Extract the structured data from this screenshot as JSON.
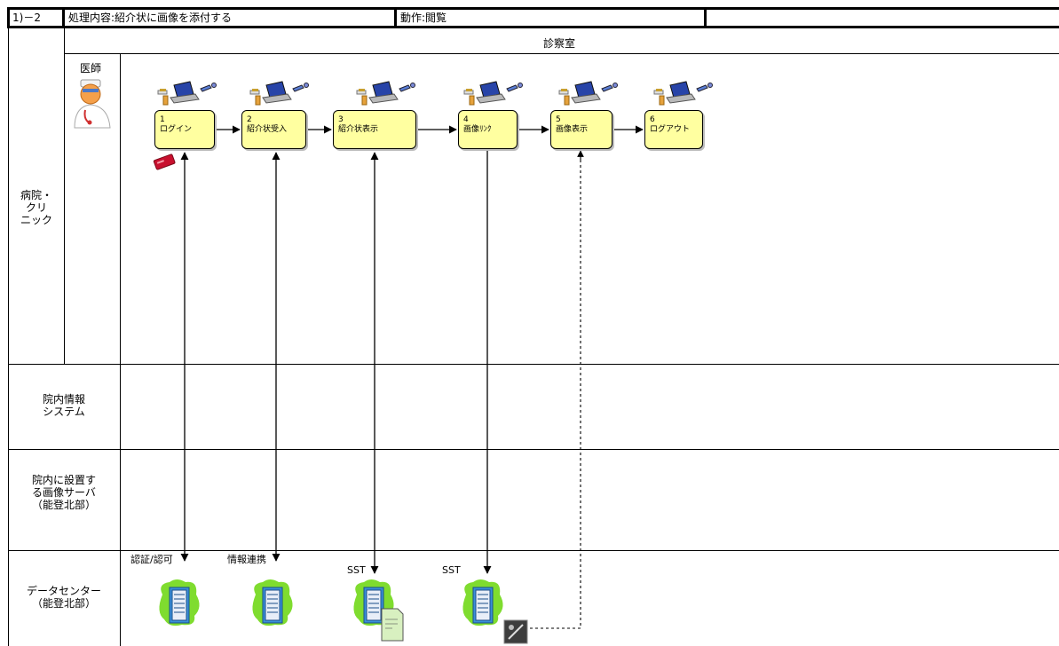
{
  "header": {
    "process_id": "1)－2",
    "process_content": "処理内容:紹介状に画像を添付する",
    "operation": "動作:閲覧",
    "location": "診察室"
  },
  "actor": "医師",
  "lanes": [
    {
      "label": "病院・\nクリ\nニック"
    },
    {
      "label": "院内情報\nシステム"
    },
    {
      "label": "院内に設置す\nる画像サーバ\n（能登北部）"
    },
    {
      "label": "データセンター\n（能登北部）"
    }
  ],
  "steps": [
    {
      "num": "1",
      "label": "ログイン"
    },
    {
      "num": "2",
      "label": "紹介状受入"
    },
    {
      "num": "3",
      "label": "紹介状表示"
    },
    {
      "num": "4",
      "label": "画像ﾘﾝｸ"
    },
    {
      "num": "5",
      "label": "画像表示"
    },
    {
      "num": "6",
      "label": "ログアウト"
    }
  ],
  "servers": [
    {
      "caption": "認証/認可"
    },
    {
      "caption": "情報連携"
    },
    {
      "caption": "SST"
    },
    {
      "caption": "SST"
    }
  ],
  "icons": {
    "pc": "laptop-workstation-icon",
    "doctor": "doctor-avatar-icon",
    "server": "server-icon",
    "card": "id-card-icon",
    "document": "document-icon",
    "image": "image-file-icon"
  },
  "colors": {
    "step_fill": "#ffffa0",
    "server_blob": "#7fdc2f",
    "server_body": "#3a8fd8"
  }
}
